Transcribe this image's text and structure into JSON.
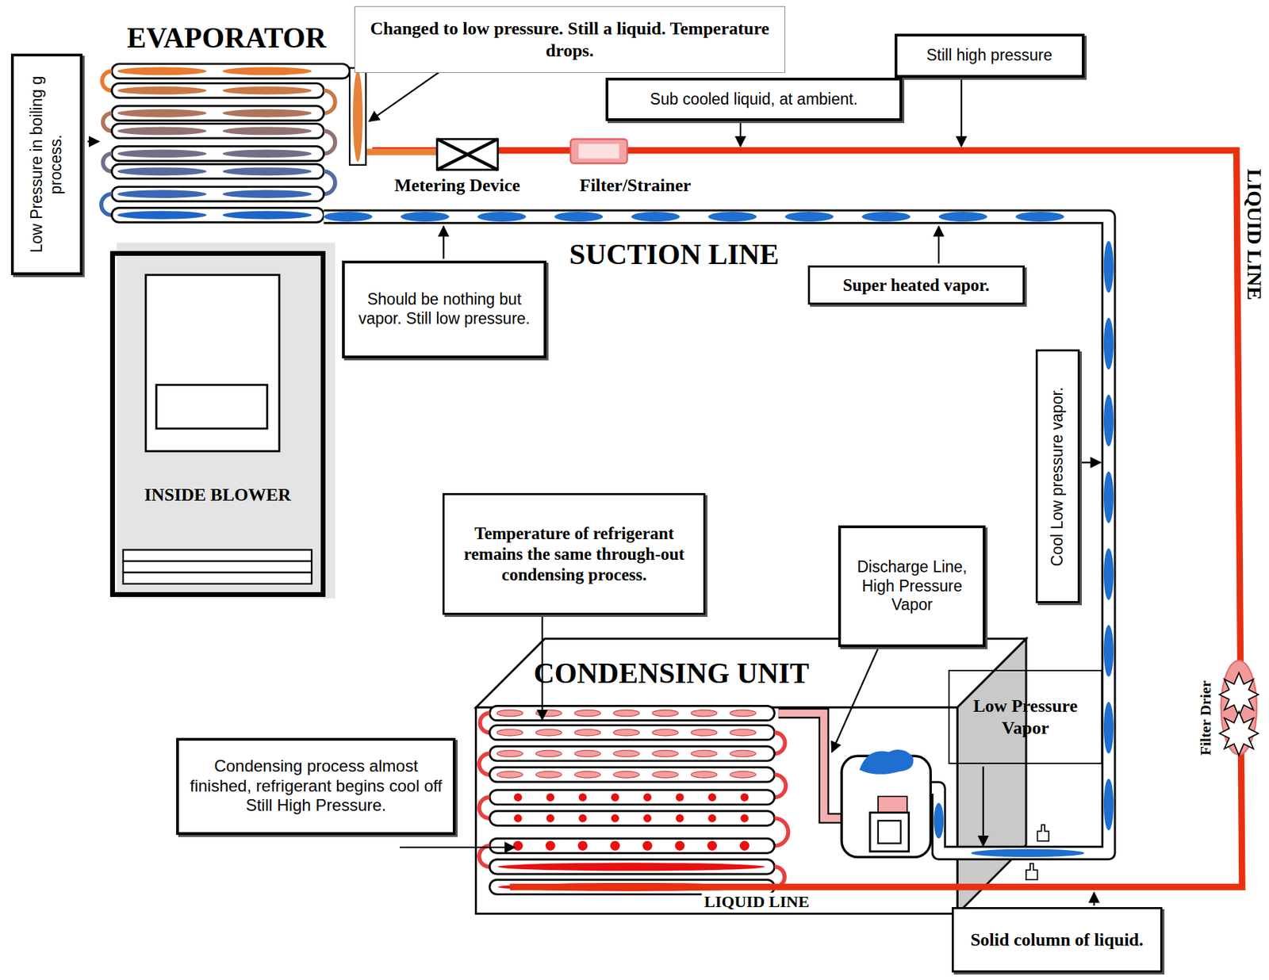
{
  "diagram": {
    "nodes": [
      {
        "text": [
          "Low Pressure in boiling g process."
        ]
      },
      {
        "text": [
          "Changed to low pressure. Still a liquid. Temperature drops."
        ]
      },
      {
        "text": [
          "Still high pressure"
        ]
      },
      {
        "text": [
          "Sub cooled liquid, at ambient."
        ]
      },
      {
        "text": [
          "Should be nothing but vapor. Still low pressure."
        ]
      },
      {
        "text": [
          "Super heated vapor."
        ]
      },
      {
        "text": [
          "INSIDE BLOWER"
        ]
      },
      {
        "text": [
          "Cool Low pressure vapor."
        ]
      },
      {
        "text": [
          "Temperature of refrigerant remains the same through-out condensing process."
        ]
      },
      {
        "text": [
          "Discharge Line, High Pressure Vapor"
        ]
      },
      {
        "text": [
          "CONDENSING UNIT"
        ]
      },
      {
        "text": [
          "Low Pressure Vapor"
        ]
      },
      {
        "text": [
          "Condensing process almost finished, refrigerant begins cool off Still High Pressure."
        ]
      },
      {
        "text": [
          "Solid column of liquid."
        ]
      }
    ],
    "labels": [
      "EVAPORATOR",
      "Metering Device",
      "Filter/Strainer",
      "SUCTION LINE",
      "LIQUID LINE",
      "Filter Drier",
      "LIQUID LINE"
    ]
  }
}
